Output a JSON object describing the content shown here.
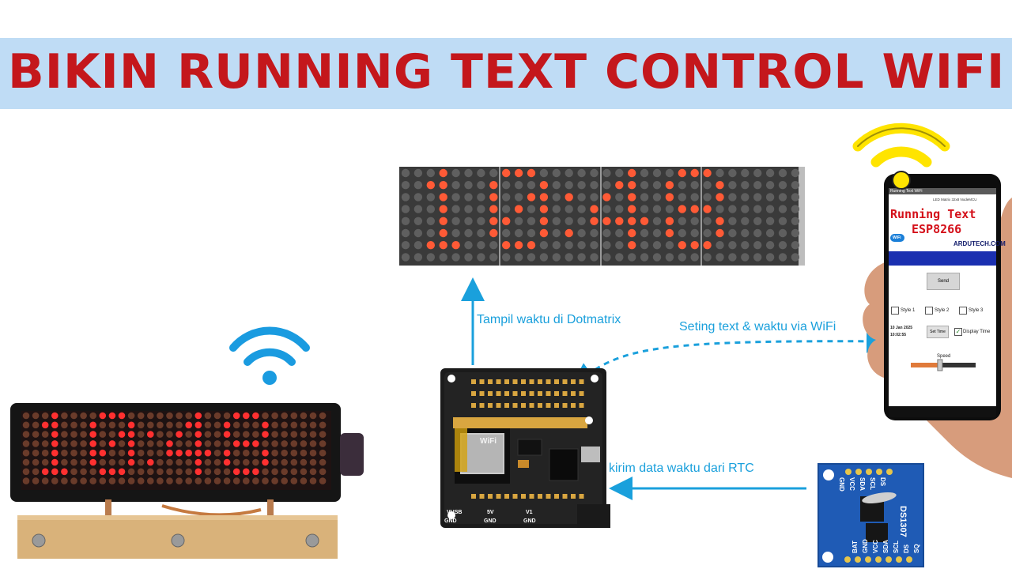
{
  "title": "BIKIN RUNNING TEXT CONTROL WIFI",
  "colors": {
    "title_red": "#c4171c",
    "banner_bg": "#bfdcf5",
    "arrow_blue": "#1aa0dc",
    "wifi_yellow": "#ffe400",
    "wifi_blue": "#1a9be0",
    "dot_on": "#ff5a36",
    "dot_off": "#5f5f5f"
  },
  "labels": {
    "dotmatrix": "Tampil waktu di Dotmatrix",
    "wifi_link": "Seting text & waktu via WiFi",
    "rtc_link": "kirim data waktu dari RTC"
  },
  "phone": {
    "app_bar": "Running Text WiFi",
    "header_small": "LED Matrix 32x8 NodeMCU",
    "title_line1": "Running Text",
    "title_line2": "ESP8266",
    "wifi_logo": "WiFi",
    "site": "ARDUTECH.COM",
    "send": "Send",
    "style1": "Style 1",
    "style2": "Style 2",
    "style3": "Style 3",
    "date": "10 Jan 2025",
    "time": "10:02:55",
    "set_time": "Set Time",
    "display_time": "Display Time",
    "speed": "Speed",
    "speed_level": 0.45
  },
  "board": {
    "pins_bottom": [
      "VUSB",
      "GND",
      "5V",
      "GND",
      "V1",
      "GND"
    ],
    "wifi_logo": "WiFi"
  },
  "rtc": {
    "module": "DS1307",
    "pins_top": [
      "GND",
      "VCC",
      "SDA",
      "SCL",
      "DS"
    ],
    "pins_bottom": [
      "BAT",
      "GND",
      "VCC",
      "SDA",
      "SCL",
      "DS",
      "SQ"
    ]
  },
  "icons": [
    "wifi-icon-blue",
    "wifi-icon-yellow",
    "arrow-up-icon",
    "arrow-left-icon",
    "arrow-bidirectional-icon"
  ]
}
